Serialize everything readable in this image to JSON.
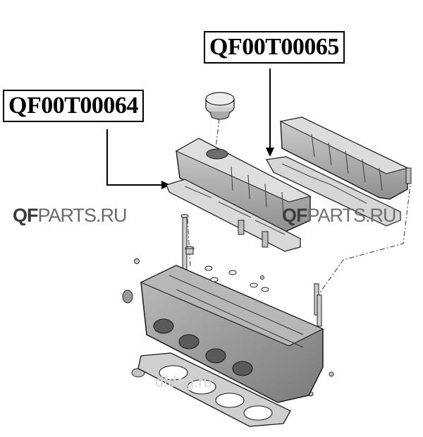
{
  "labels": {
    "exhaust_cover_part": "QF00T00065",
    "intake_cover_part": "QF00T00064"
  },
  "watermarks": {
    "left": {
      "bold": "QF",
      "thin": "PARTS.RU"
    },
    "right": {
      "bold": "QF",
      "thin": "PARTS.RU"
    },
    "bottom": "dfdeg.ru"
  },
  "colors": {
    "cover": "#b9b9b9",
    "cover_dark": "#8a8a8a",
    "head": "#9c9c9c",
    "gasket": "#c8c8c8",
    "outline": "#1a1a1a"
  }
}
